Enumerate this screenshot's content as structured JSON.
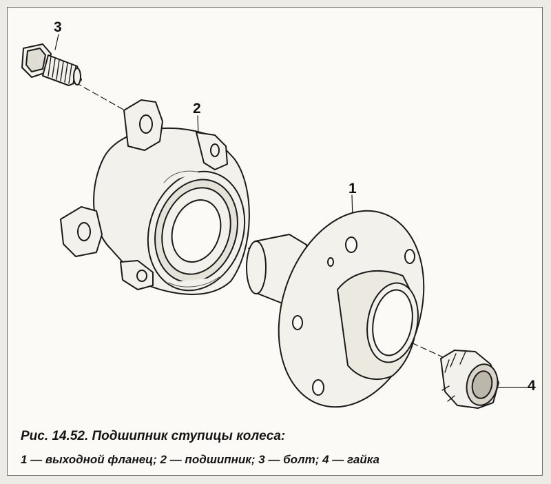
{
  "figure": {
    "callouts": [
      "3",
      "2",
      "1",
      "4"
    ],
    "caption_title": "Рис. 14.52. Подшипник ступицы колеса:",
    "caption_legend": "1 — выходной фланец; 2 — подшипник; 3 — болт; 4 — гайка"
  },
  "parts": [
    {
      "number": "1",
      "icon": "flange-icon"
    },
    {
      "number": "2",
      "icon": "bearing-icon"
    },
    {
      "number": "3",
      "icon": "bolt-icon"
    },
    {
      "number": "4",
      "icon": "nut-icon"
    }
  ],
  "colors": {
    "line": "#1a1a1a",
    "paper": "#fbfaf6",
    "metal": "#f3f1eb"
  }
}
